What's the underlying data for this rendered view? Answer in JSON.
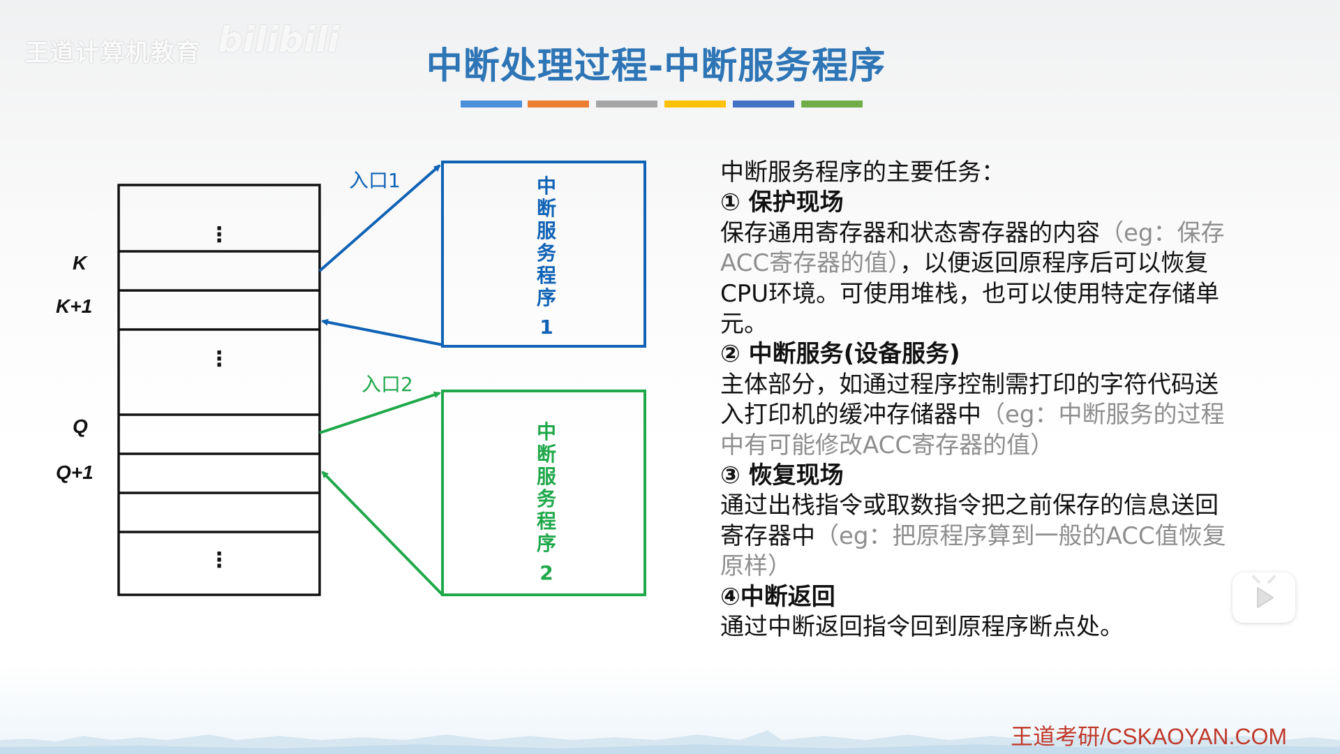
{
  "watermark": {
    "text": "王道计算机教育",
    "logo": "bilibili"
  },
  "title": "中断处理过程-中断服务程序",
  "title_bar_colors": [
    "#4a90d9",
    "#ed7d31",
    "#a5a5a5",
    "#ffc000",
    "#4472c4",
    "#70ad47"
  ],
  "diagram": {
    "row_labels": [
      "K",
      "K+1",
      "Q",
      "Q+1"
    ],
    "ellipsis": "⋮",
    "entry1_label": "入口1",
    "entry2_label": "入口2",
    "box1_text": [
      "中",
      "断",
      "服",
      "务",
      "程",
      "序",
      "1"
    ],
    "box2_text": [
      "中",
      "断",
      "服",
      "务",
      "程",
      "序",
      "2"
    ],
    "box1_color": "#0f62b5",
    "box2_color": "#1fa84a"
  },
  "tasks": {
    "heading": "中断服务程序的主要任务：",
    "item1_title": "① 保护现场",
    "item1_l1": "保存通用寄存器和状态寄存器的内容",
    "item1_l1_grey": "（eg：保存",
    "item1_l2_grey": "ACC寄存器的值）",
    "item1_l2": "，以便返回原程序后可以恢复",
    "item1_l3": "CPU环境。可使用堆栈，也可以使用特定存储单",
    "item1_l4": "元。",
    "item2_title": "② 中断服务(设备服务)",
    "item2_l1": "主体部分，如通过程序控制需打印的字符代码送",
    "item2_l2": "入打印机的缓冲存储器中",
    "item2_l2_grey": "（eg：中断服务的过程",
    "item2_l3_grey": "中有可能修改ACC寄存器的值）",
    "item3_title": "③ 恢复现场",
    "item3_l1": "通过出栈指令或取数指令把之前保存的信息送回",
    "item3_l2": "寄存器中",
    "item3_l2_grey": "（eg：把原程序算到一般的ACC值恢复",
    "item3_l3_grey": "原样）",
    "item4_title": "④中断返回",
    "item4_l1": "通过中断返回指令回到原程序断点处。"
  },
  "footer": {
    "site": "王道考研/CSKAOYAN.COM"
  },
  "icons": {
    "play": "play-icon"
  }
}
